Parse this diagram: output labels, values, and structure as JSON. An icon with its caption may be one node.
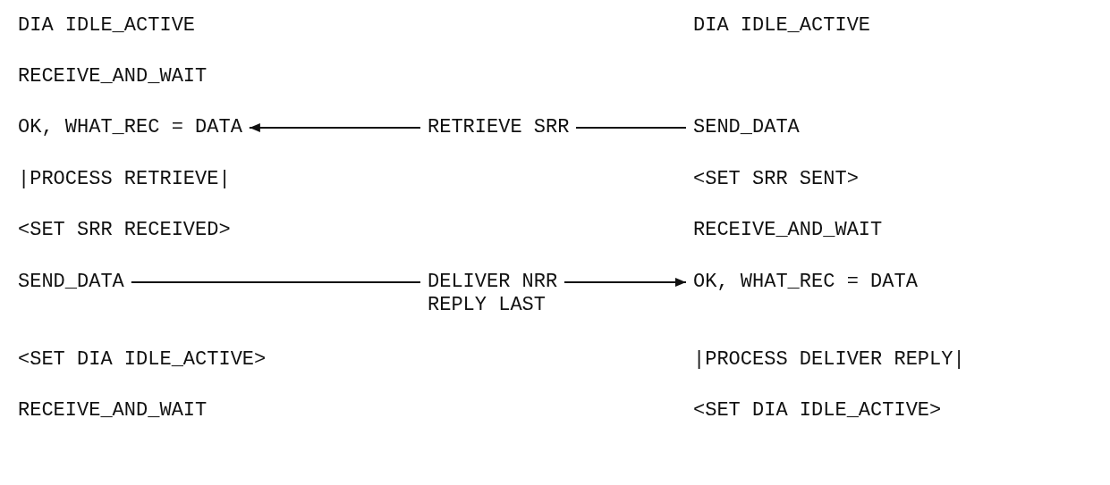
{
  "diagram": {
    "nodes": [
      {
        "text": [
          "OK, WHAT_REC = DATA"
        ]
      },
      {
        "text": [
          "SEND_DATA"
        ]
      },
      {
        "text": [
          "SEND_DATA"
        ]
      },
      {
        "text": [
          "OK, WHAT_REC = DATA"
        ]
      }
    ],
    "edges": [
      {
        "from": 1,
        "to": 0,
        "arrow": "to",
        "label": "RETRIEVE SRR"
      },
      {
        "from": 2,
        "to": 3,
        "arrow": "to",
        "label": "DELIVER NRR REPLY LAST"
      }
    ],
    "labels": [
      "DIA IDLE_ACTIVE",
      "DIA IDLE_ACTIVE",
      "RECEIVE_AND_WAIT",
      "|PROCESS RETRIEVE|",
      "<SET SRR SENT>",
      "<SET SRR RECEIVED>",
      "RECEIVE_AND_WAIT",
      "<SET DIA IDLE_ACTIVE>",
      "|PROCESS DELIVER REPLY|",
      "RECEIVE_AND_WAIT",
      "<SET DIA IDLE_ACTIVE>"
    ]
  }
}
